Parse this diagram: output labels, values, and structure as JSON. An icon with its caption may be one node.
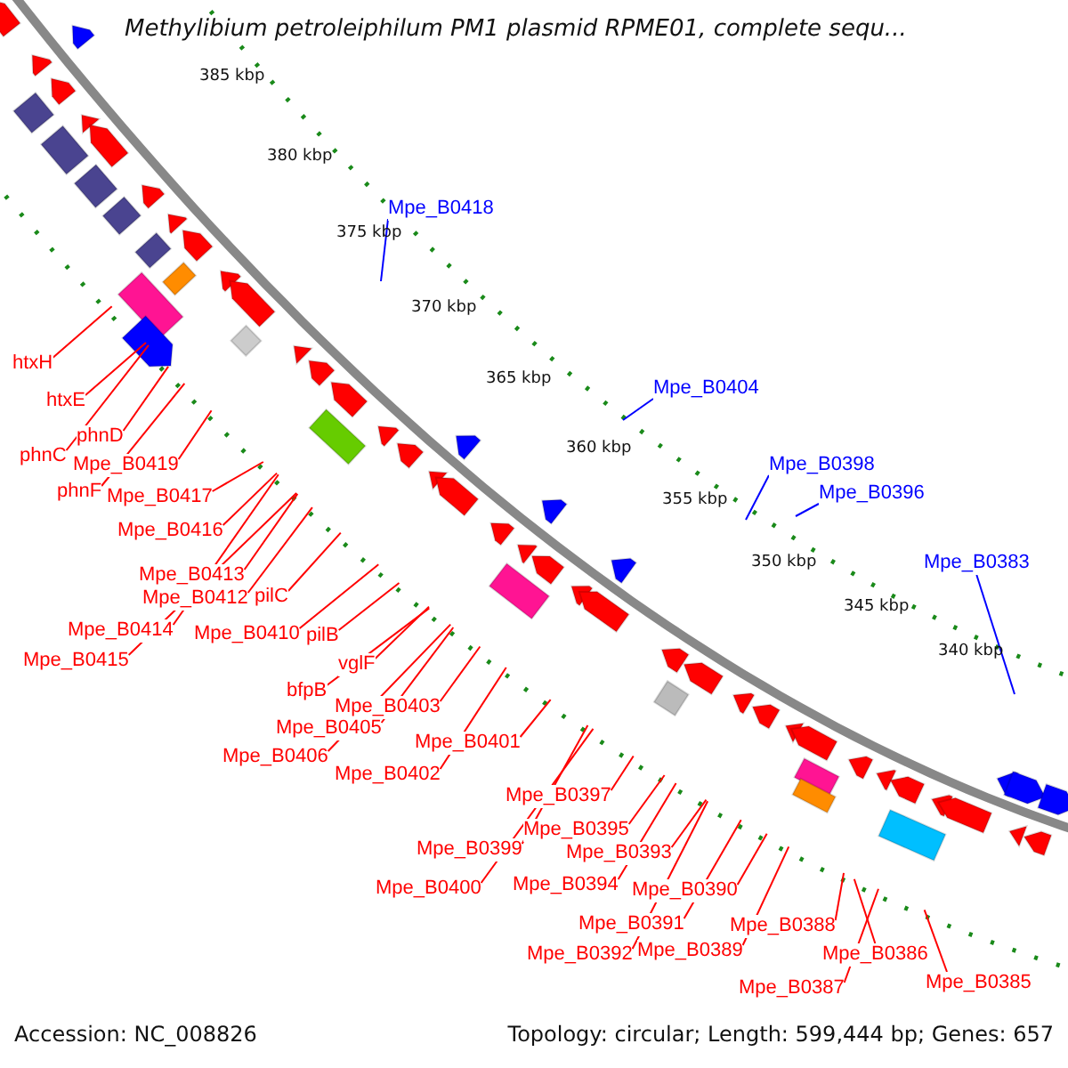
{
  "diagram": {
    "title": "Methylibium petroleiphilum PM1 plasmid RPME01, complete sequ...",
    "nodes": [
      {
        "text": [
          "Mpe_B0418"
        ]
      },
      {
        "text": [
          "Mpe_B0404"
        ]
      },
      {
        "text": [
          "Mpe_B0398"
        ]
      },
      {
        "text": [
          "Mpe_B0396"
        ]
      },
      {
        "text": [
          "Mpe_B0383"
        ]
      },
      {
        "text": [
          "htxH"
        ]
      },
      {
        "text": [
          "htxE"
        ]
      },
      {
        "text": [
          "phnD"
        ]
      },
      {
        "text": [
          "phnC"
        ]
      },
      {
        "text": [
          "Mpe_B0419"
        ]
      },
      {
        "text": [
          "phnF"
        ]
      },
      {
        "text": [
          "Mpe_B0417"
        ]
      },
      {
        "text": [
          "Mpe_B0416"
        ]
      },
      {
        "text": [
          "Mpe_B0413"
        ]
      },
      {
        "text": [
          "Mpe_B0412"
        ]
      },
      {
        "text": [
          "pilC"
        ]
      },
      {
        "text": [
          "Mpe_B0414"
        ]
      },
      {
        "text": [
          "Mpe_B0410"
        ]
      },
      {
        "text": [
          "pilB"
        ]
      },
      {
        "text": [
          "Mpe_B0415"
        ]
      },
      {
        "text": [
          "vglF"
        ]
      },
      {
        "text": [
          "bfpB"
        ]
      },
      {
        "text": [
          "Mpe_B0403"
        ]
      },
      {
        "text": [
          "Mpe_B0405"
        ]
      },
      {
        "text": [
          "Mpe_B0401"
        ]
      },
      {
        "text": [
          "Mpe_B0406"
        ]
      },
      {
        "text": [
          "Mpe_B0402"
        ]
      },
      {
        "text": [
          "Mpe_B0397"
        ]
      },
      {
        "text": [
          "Mpe_B0395"
        ]
      },
      {
        "text": [
          "Mpe_B0399"
        ]
      },
      {
        "text": [
          "Mpe_B0393"
        ]
      },
      {
        "text": [
          "Mpe_B0400"
        ]
      },
      {
        "text": [
          "Mpe_B0394"
        ]
      },
      {
        "text": [
          "Mpe_B0390"
        ]
      },
      {
        "text": [
          "Mpe_B0391"
        ]
      },
      {
        "text": [
          "Mpe_B0388"
        ]
      },
      {
        "text": [
          "Mpe_B0392"
        ]
      },
      {
        "text": [
          "Mpe_B0389"
        ]
      },
      {
        "text": [
          "Mpe_B0386"
        ]
      },
      {
        "text": [
          "Mpe_B0387"
        ]
      },
      {
        "text": [
          "Mpe_B0385"
        ]
      }
    ],
    "edges": [
      {
        "from": 0,
        "to": null,
        "arrow": "none",
        "color": "#0000ff"
      },
      {
        "from": 1,
        "to": null,
        "arrow": "none",
        "color": "#0000ff"
      },
      {
        "from": 2,
        "to": null,
        "arrow": "none",
        "color": "#0000ff"
      },
      {
        "from": 3,
        "to": null,
        "arrow": "none",
        "color": "#0000ff"
      },
      {
        "from": 4,
        "to": null,
        "arrow": "none",
        "color": "#0000ff"
      },
      {
        "from": 5,
        "to": null,
        "arrow": "none"
      },
      {
        "from": 6,
        "to": null,
        "arrow": "none"
      },
      {
        "from": 7,
        "to": null,
        "arrow": "none"
      },
      {
        "from": 8,
        "to": null,
        "arrow": "none"
      },
      {
        "from": 9,
        "to": null,
        "arrow": "none"
      },
      {
        "from": 10,
        "to": null,
        "arrow": "none"
      },
      {
        "from": 11,
        "to": null,
        "arrow": "none"
      },
      {
        "from": 12,
        "to": null,
        "arrow": "none"
      },
      {
        "from": 13,
        "to": null,
        "arrow": "none"
      },
      {
        "from": 14,
        "to": null,
        "arrow": "none"
      },
      {
        "from": 15,
        "to": null,
        "arrow": "none"
      },
      {
        "from": 16,
        "to": null,
        "arrow": "none"
      },
      {
        "from": 17,
        "to": null,
        "arrow": "none"
      },
      {
        "from": 18,
        "to": null,
        "arrow": "none"
      },
      {
        "from": 19,
        "to": null,
        "arrow": "none"
      },
      {
        "from": 20,
        "to": null,
        "arrow": "none"
      },
      {
        "from": 21,
        "to": null,
        "arrow": "none"
      },
      {
        "from": 22,
        "to": null,
        "arrow": "none"
      },
      {
        "from": 23,
        "to": null,
        "arrow": "none"
      },
      {
        "from": 24,
        "to": null,
        "arrow": "none"
      },
      {
        "from": 25,
        "to": null,
        "arrow": "none"
      },
      {
        "from": 26,
        "to": null,
        "arrow": "none"
      },
      {
        "from": 27,
        "to": null,
        "arrow": "none"
      },
      {
        "from": 28,
        "to": null,
        "arrow": "none"
      },
      {
        "from": 29,
        "to": null,
        "arrow": "none"
      },
      {
        "from": 30,
        "to": null,
        "arrow": "none"
      },
      {
        "from": 31,
        "to": null,
        "arrow": "none"
      },
      {
        "from": 32,
        "to": null,
        "arrow": "none"
      },
      {
        "from": 33,
        "to": null,
        "arrow": "none"
      },
      {
        "from": 34,
        "to": null,
        "arrow": "none"
      },
      {
        "from": 35,
        "to": null,
        "arrow": "none"
      },
      {
        "from": 36,
        "to": null,
        "arrow": "none"
      },
      {
        "from": 37,
        "to": null,
        "arrow": "none"
      },
      {
        "from": 38,
        "to": null,
        "arrow": "none"
      },
      {
        "from": 39,
        "to": null,
        "arrow": "none"
      },
      {
        "from": 40,
        "to": null,
        "arrow": "none"
      }
    ],
    "labels": [
      "385 kbp",
      "380 kbp",
      "375 kbp",
      "370 kbp",
      "365 kbp",
      "360 kbp",
      "355 kbp",
      "350 kbp",
      "345 kbp",
      "340 kbp",
      "Accession: NC_008826",
      "Topology: circular; Length: 599,444 bp; Genes: 657"
    ]
  }
}
